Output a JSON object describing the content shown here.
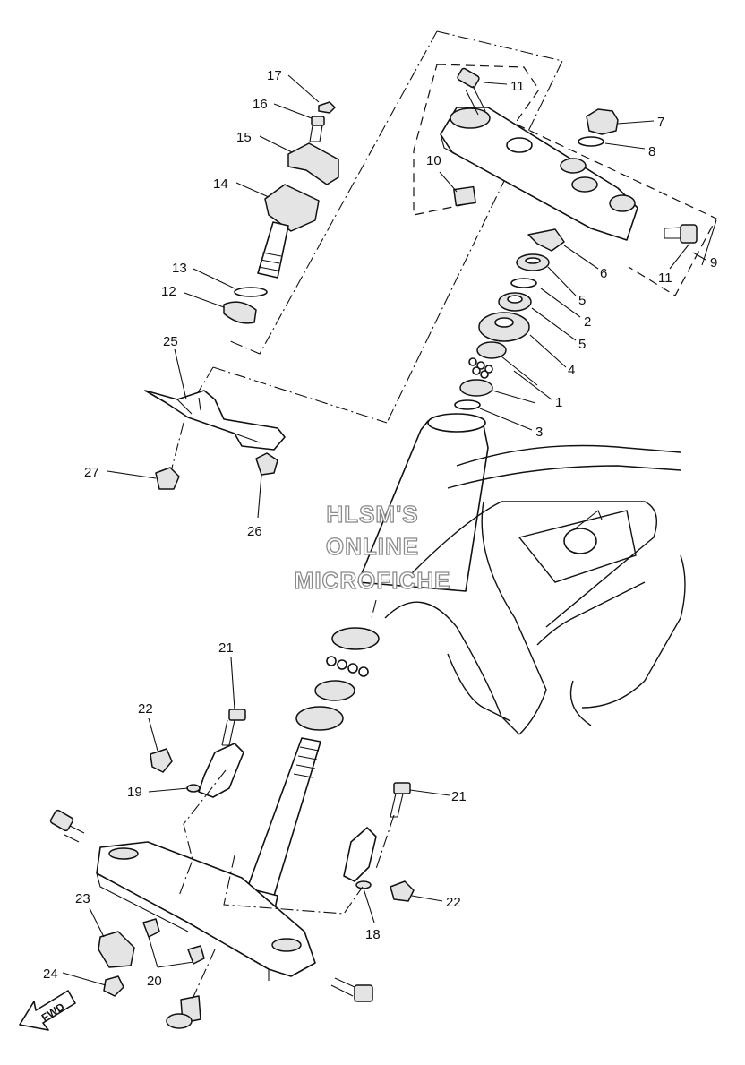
{
  "watermark": {
    "line1": "HLSM'S",
    "line2": "ONLINE",
    "line3": "MICROFICHE"
  },
  "direction_badge": "FWD",
  "callouts": [
    "1",
    "2",
    "3",
    "4",
    "5",
    "5",
    "6",
    "7",
    "8",
    "9",
    "10",
    "11",
    "11",
    "12",
    "13",
    "14",
    "15",
    "16",
    "17",
    "18",
    "19",
    "20",
    "21",
    "21",
    "22",
    "22",
    "23",
    "24",
    "25",
    "26",
    "27"
  ]
}
